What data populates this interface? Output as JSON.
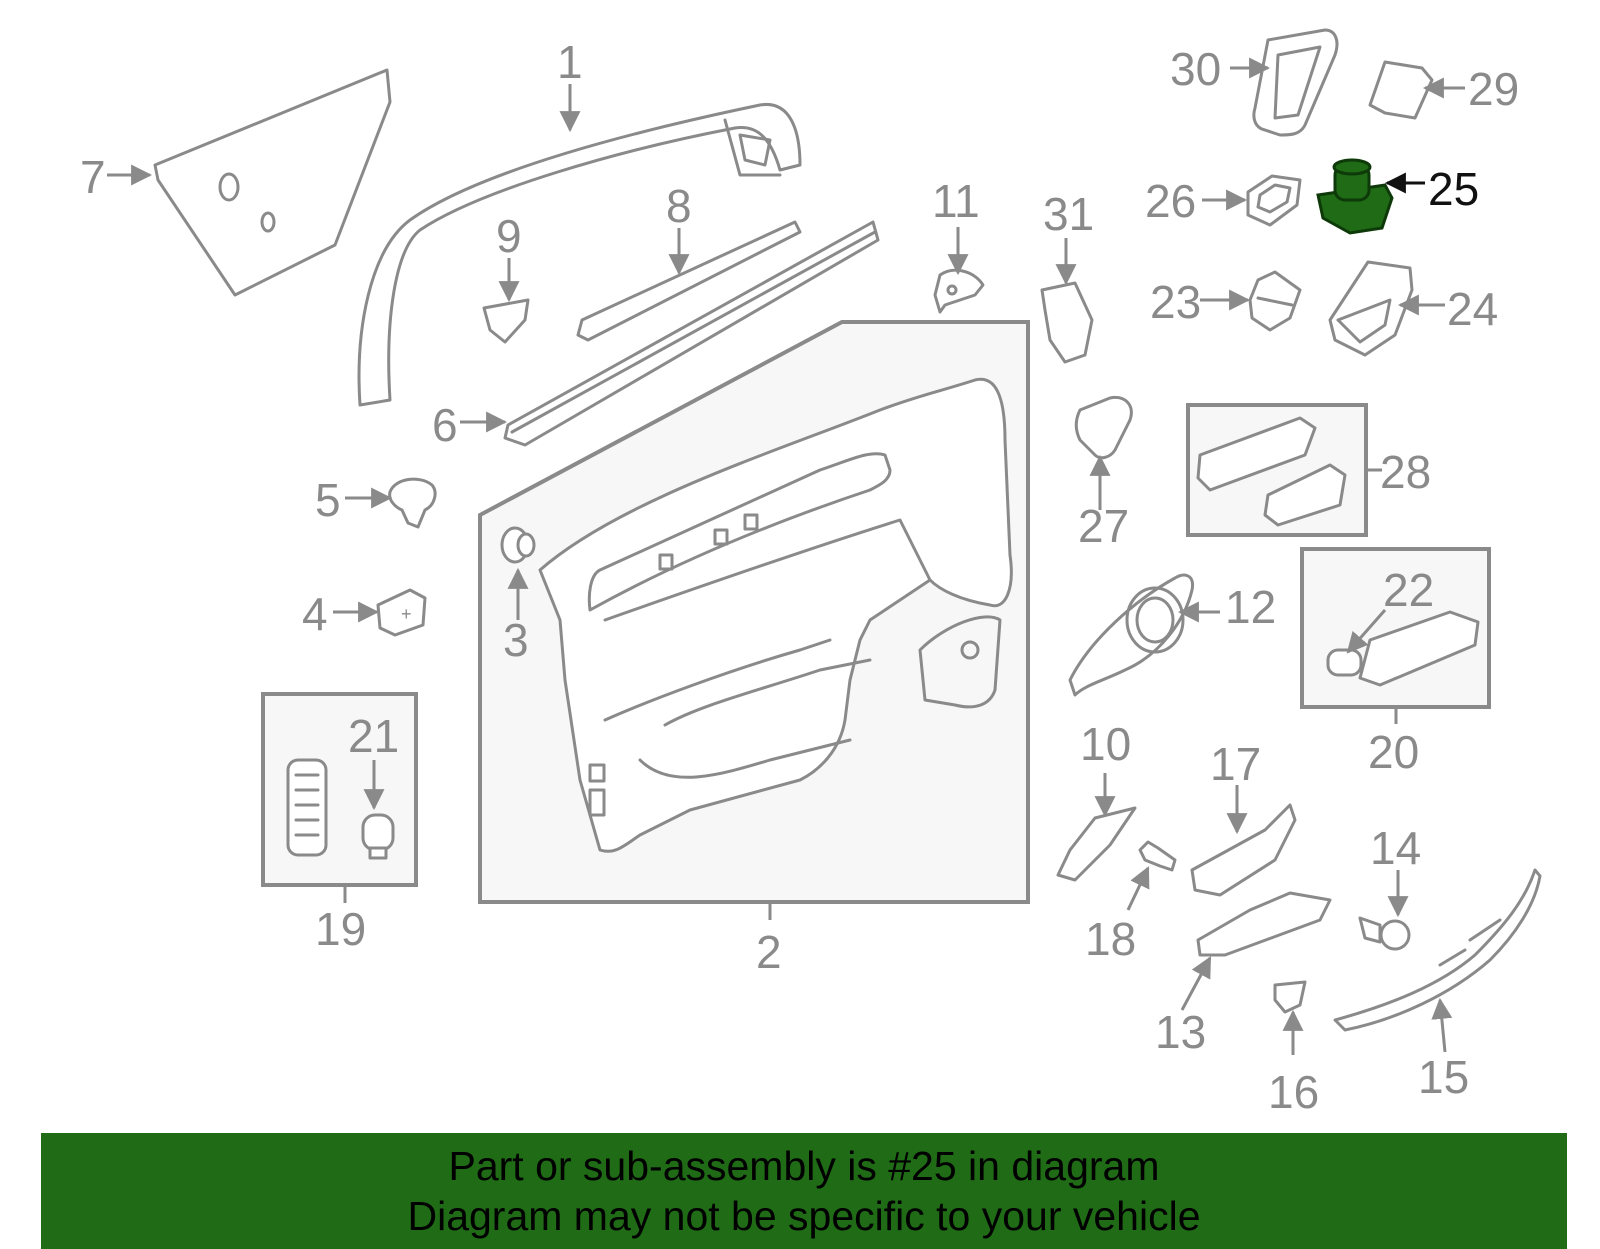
{
  "labels": {
    "l1": "1",
    "l2": "2",
    "l3": "3",
    "l4": "4",
    "l5": "5",
    "l6": "6",
    "l7": "7",
    "l8": "8",
    "l9": "9",
    "l10": "10",
    "l11": "11",
    "l12": "12",
    "l13": "13",
    "l14": "14",
    "l15": "15",
    "l16": "16",
    "l17": "17",
    "l18": "18",
    "l19": "19",
    "l20": "20",
    "l21": "21",
    "l22": "22",
    "l23": "23",
    "l24": "24",
    "l25": "25",
    "l26": "26",
    "l27": "27",
    "l28": "28",
    "l29": "29",
    "l30": "30",
    "l31": "31"
  },
  "highlight": {
    "part_number": "25",
    "color": "#1f6b16"
  },
  "banner": {
    "line1": "Part or sub-assembly is #25 in diagram",
    "line2": "Diagram may not be specific to your vehicle",
    "background": "#1f6b16"
  },
  "colors": {
    "linework": "#8a8a8a",
    "box_fill": "#f7f7f7"
  }
}
